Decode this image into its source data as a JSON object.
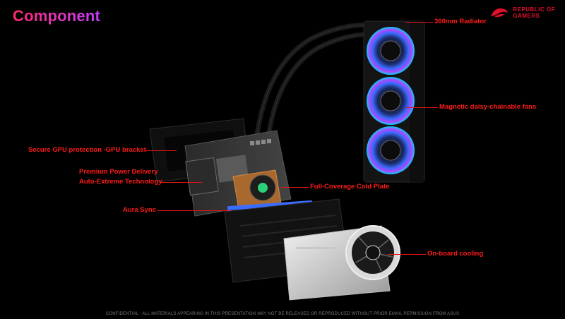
{
  "header": {
    "title": "Component"
  },
  "brand": {
    "line1": "REPUBLIC OF",
    "line2": "GAMERS",
    "icon": "rog-eye-icon"
  },
  "callouts": {
    "radiator": "360mm Radiator",
    "fans": "Magnetic daisy-chainable fans",
    "bracket": "Secure GPU protection -GPU bracket",
    "power_line1": "Premium Power Delivery",
    "power_line2": "Auto-Extreme Technology",
    "cold_plate": "Full-Coverage Cold Plate",
    "aura": "Aura Sync",
    "cooling": "On-board cooling"
  },
  "footer": {
    "disclaimer": "CONFIDENTIAL : ALL MATERIALS APPEARING IN THIS PRESENTATION MAY NOT BE RELEASED OR REPRODUCED WITHOUT PRIOR EMAIL PERMISSION FROM ASUS"
  },
  "colors": {
    "accent": "#ff1a1a",
    "title_start": "#ff2a6a",
    "title_end": "#c23cff",
    "background": "#000000"
  }
}
